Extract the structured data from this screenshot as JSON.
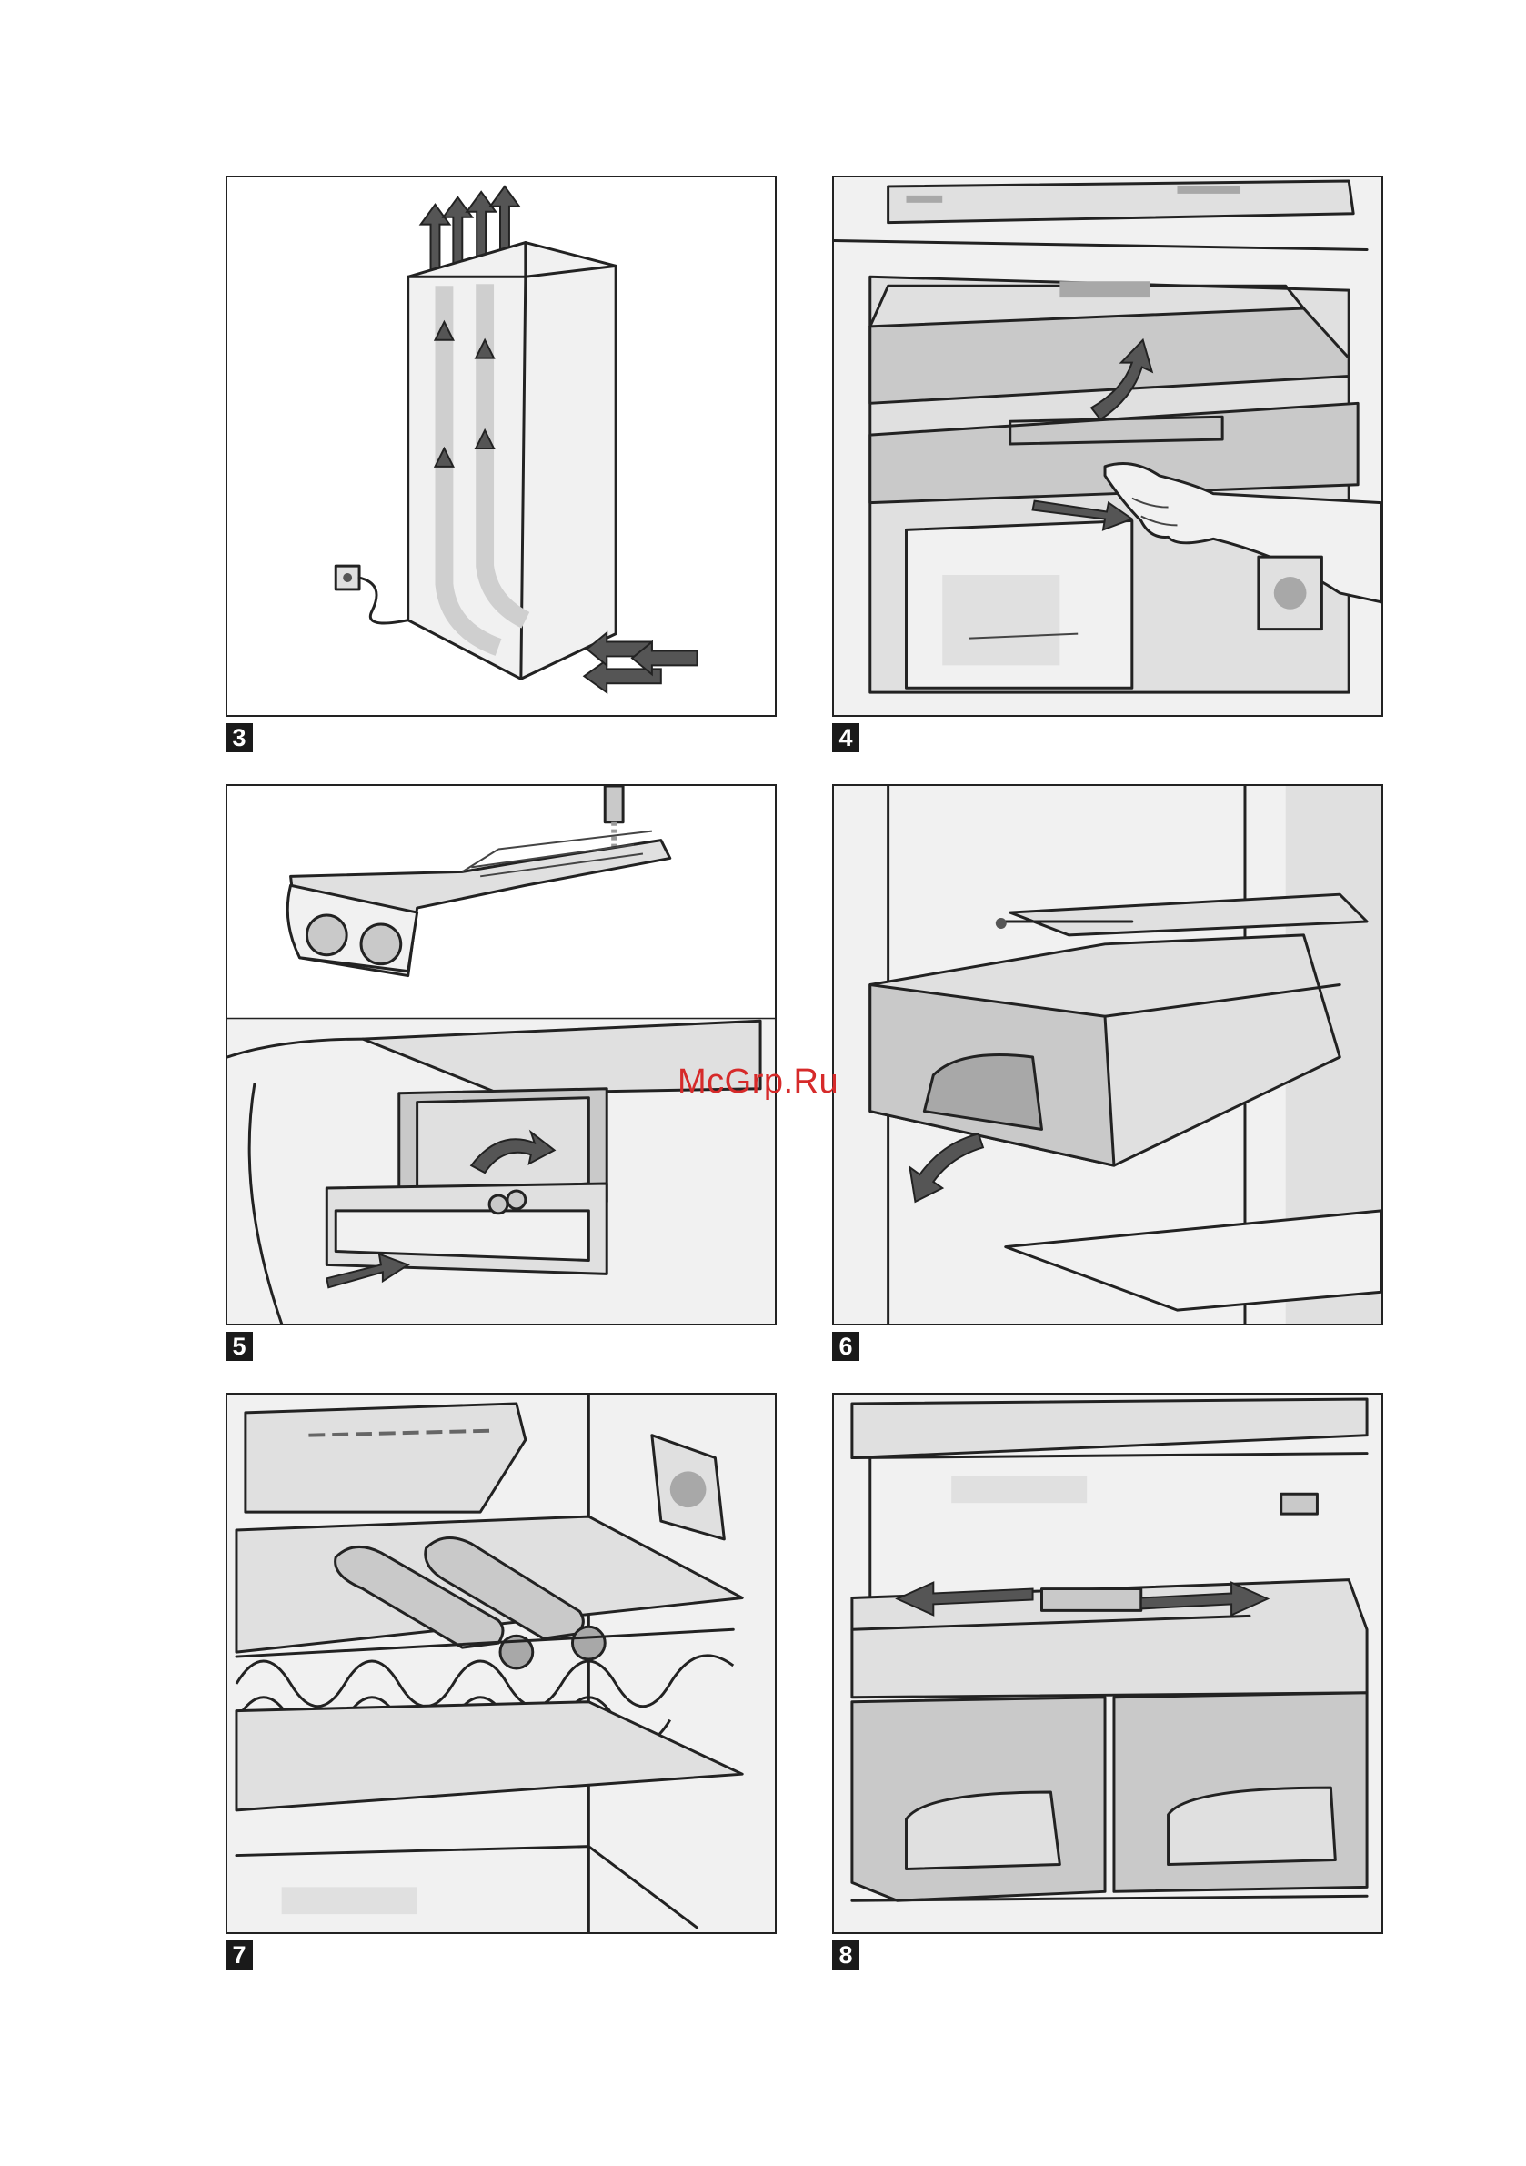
{
  "figures": [
    {
      "number": "3",
      "icon": "refrigerator-airflow-ventilation-icon"
    },
    {
      "number": "4",
      "icon": "remove-glass-shelf-icon"
    },
    {
      "number": "5",
      "icon": "ice-cube-tray-filling-icon"
    },
    {
      "number": "6",
      "icon": "remove-drawer-icon"
    },
    {
      "number": "7",
      "icon": "bottle-rack-icon"
    },
    {
      "number": "8",
      "icon": "adjustable-drawer-divider-icon"
    }
  ],
  "watermark": "McGrp.Ru"
}
